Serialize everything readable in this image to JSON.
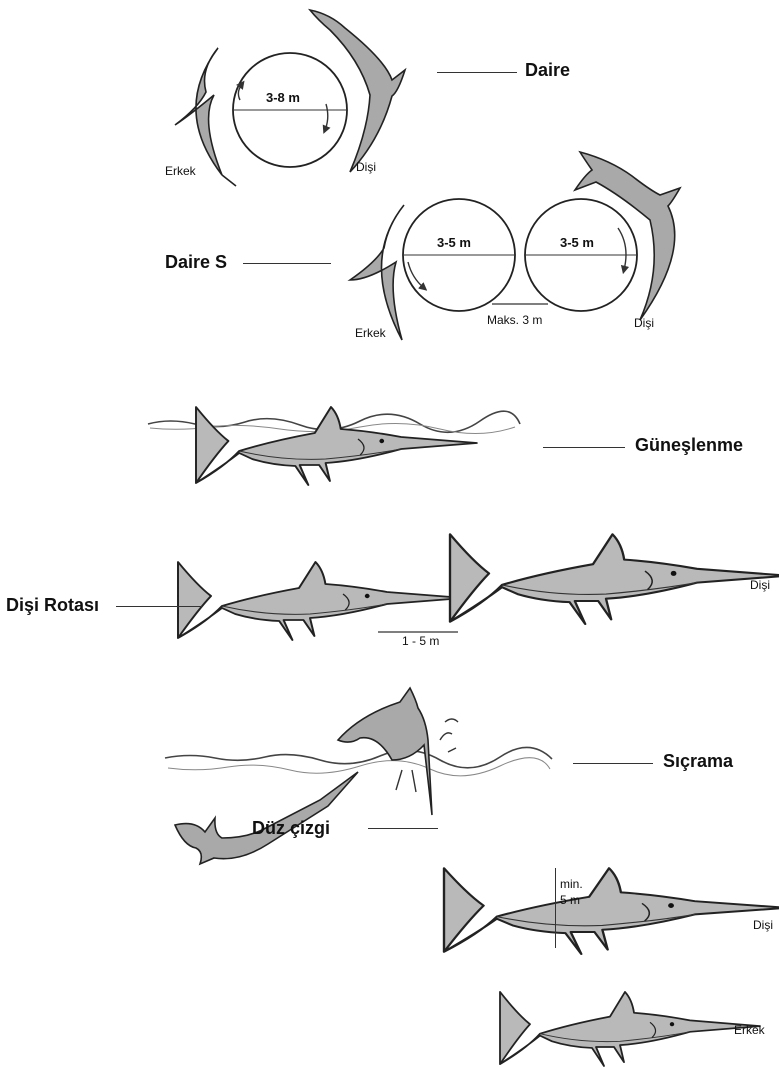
{
  "behaviors": {
    "circle": {
      "label": "Daire",
      "distance": "3-8 m",
      "male": "Erkek",
      "female": "Dişi"
    },
    "circle_s": {
      "label": "Daire S",
      "distance_left": "3-5 m",
      "distance_right": "3-5 m",
      "gap": "Maks. 3 m",
      "male": "Erkek",
      "female": "Dişi"
    },
    "basking": {
      "label": "Güneşlenme"
    },
    "female_route": {
      "label": "Dişi Rotası",
      "distance": "1 - 5 m",
      "female": "Dişi"
    },
    "jump": {
      "label": "Sıçrama"
    },
    "straight_line": {
      "label": "Düz çizgi",
      "female": "Dişi",
      "distance_line1": "min.",
      "distance_line2": "5 m",
      "male": "Erkek"
    }
  },
  "icons": [
    "swordfish-icon",
    "circle-path-icon",
    "water-surface-icon",
    "splash-icon"
  ],
  "colors": {
    "ink": "#222222",
    "body_fill": "#b8b8b8",
    "belly": "#ececec"
  }
}
